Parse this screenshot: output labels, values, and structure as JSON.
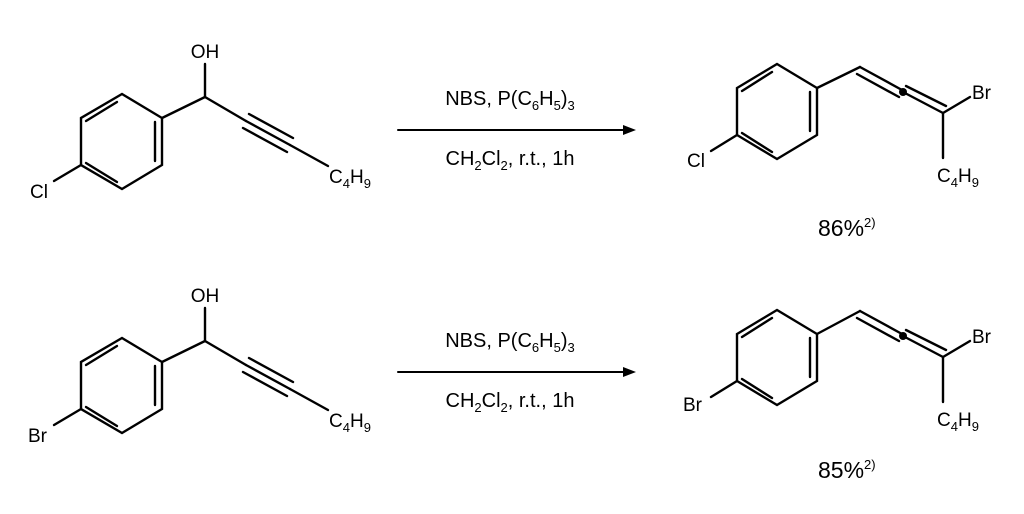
{
  "reactions": [
    {
      "starting_material": {
        "para_substituent": "Cl",
        "hydroxyl": "OH",
        "alkyl": {
          "base": "C",
          "sub1": "4",
          "mid": "H",
          "sub2": "9"
        }
      },
      "reagents": {
        "line1": {
          "prefix": "NBS, P(C",
          "sub1": "6",
          "mid": "H",
          "sub2": "5",
          "close": ")",
          "sub3": "3"
        },
        "line2": {
          "prefix": "CH",
          "sub1": "2",
          "mid": "Cl",
          "sub2": "2",
          "suffix": ", r.t., 1h"
        }
      },
      "product": {
        "para_substituent": "Cl",
        "halide": "Br",
        "alkyl": {
          "base": "C",
          "sub1": "4",
          "mid": "H",
          "sub2": "9"
        }
      },
      "yield": {
        "value": "86%",
        "note": "2)"
      }
    },
    {
      "starting_material": {
        "para_substituent": "Br",
        "hydroxyl": "OH",
        "alkyl": {
          "base": "C",
          "sub1": "4",
          "mid": "H",
          "sub2": "9"
        }
      },
      "reagents": {
        "line1": {
          "prefix": "NBS, P(C",
          "sub1": "6",
          "mid": "H",
          "sub2": "5",
          "close": ")",
          "sub3": "3"
        },
        "line2": {
          "prefix": "CH",
          "sub1": "2",
          "mid": "Cl",
          "sub2": "2",
          "suffix": ", r.t., 1h"
        }
      },
      "product": {
        "para_substituent": "Br",
        "halide": "Br",
        "alkyl": {
          "base": "C",
          "sub1": "4",
          "mid": "H",
          "sub2": "9"
        }
      },
      "yield": {
        "value": "85%",
        "note": "2)"
      }
    }
  ]
}
